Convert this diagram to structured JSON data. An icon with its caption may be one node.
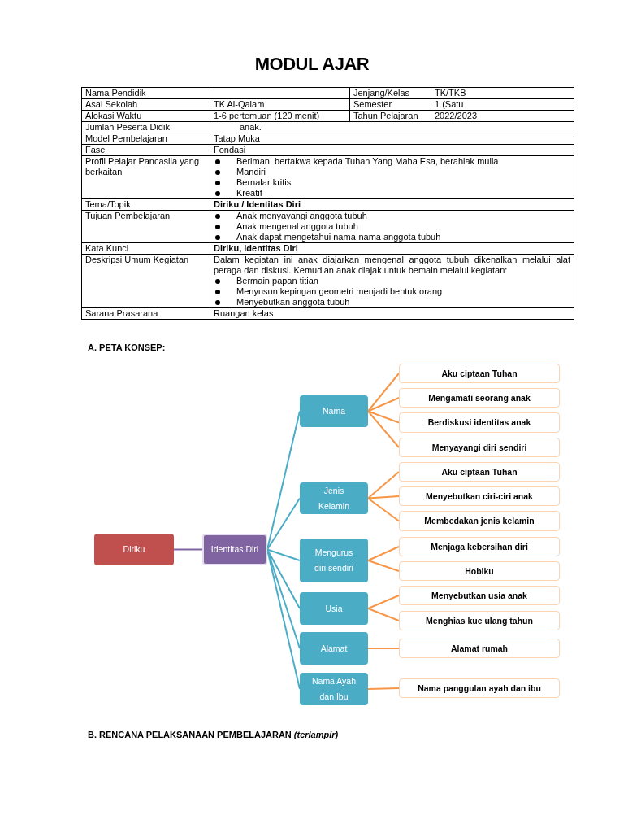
{
  "diagram": {
    "title": "MODUL AJAR",
    "nodes": [
      {
        "text": [
          "Diriku"
        ]
      },
      {
        "text": [
          "Identitas Diri"
        ]
      },
      {
        "text": [
          "Nama"
        ]
      },
      {
        "text": [
          "Jenis Kelamin"
        ]
      },
      {
        "text": [
          "Mengurus diri sendiri"
        ]
      },
      {
        "text": [
          "Usia"
        ]
      },
      {
        "text": [
          "Alamat"
        ]
      },
      {
        "text": [
          "Nama Ayah dan Ibu"
        ]
      },
      {
        "text": [
          "Aku ciptaan Tuhan"
        ]
      },
      {
        "text": [
          "Mengamati seorang anak"
        ]
      },
      {
        "text": [
          "Berdiskusi identitas anak"
        ]
      },
      {
        "text": [
          "Menyayangi diri sendiri"
        ]
      },
      {
        "text": [
          "Aku ciptaan Tuhan"
        ]
      },
      {
        "text": [
          "Menyebutkan ciri-ciri anak"
        ]
      },
      {
        "text": [
          "Membedakan jenis kelamin"
        ]
      },
      {
        "text": [
          "Menjaga kebersihan diri"
        ]
      },
      {
        "text": [
          "Hobiku"
        ]
      },
      {
        "text": [
          "Menyebutkan usia anak"
        ]
      },
      {
        "text": [
          "Menghias kue ulang tahun"
        ]
      },
      {
        "text": [
          "Alamat rumah"
        ]
      },
      {
        "text": [
          "Nama panggulan ayah dan ibu"
        ]
      }
    ],
    "edges": [
      {
        "from": 0,
        "to": 1,
        "arrow": "none",
        "color": "#8064a2"
      },
      {
        "from": 1,
        "to": 2,
        "arrow": "none",
        "color": "#4bacc6"
      },
      {
        "from": 1,
        "to": 3,
        "arrow": "none",
        "color": "#4bacc6"
      },
      {
        "from": 1,
        "to": 4,
        "arrow": "none",
        "color": "#4bacc6"
      },
      {
        "from": 1,
        "to": 5,
        "arrow": "none",
        "color": "#4bacc6"
      },
      {
        "from": 1,
        "to": 6,
        "arrow": "none",
        "color": "#4bacc6"
      },
      {
        "from": 1,
        "to": 7,
        "arrow": "none",
        "color": "#4bacc6"
      },
      {
        "from": 2,
        "to": 8,
        "arrow": "none"
      },
      {
        "from": 2,
        "to": 9,
        "arrow": "none"
      },
      {
        "from": 2,
        "to": 10,
        "arrow": "none"
      },
      {
        "from": 2,
        "to": 11,
        "arrow": "none"
      },
      {
        "from": 3,
        "to": 12,
        "arrow": "none"
      },
      {
        "from": 3,
        "to": 13,
        "arrow": "none"
      },
      {
        "from": 3,
        "to": 14,
        "arrow": "none"
      },
      {
        "from": 4,
        "to": 15,
        "arrow": "none"
      },
      {
        "from": 4,
        "to": 16,
        "arrow": "none"
      },
      {
        "from": 5,
        "to": 17,
        "arrow": "none"
      },
      {
        "from": 5,
        "to": 18,
        "arrow": "none"
      },
      {
        "from": 6,
        "to": 19,
        "arrow": "none"
      },
      {
        "from": 7,
        "to": 20,
        "arrow": "none"
      }
    ],
    "labels": [
      "Nama Pendidik",
      "Jenjang/Kelas",
      "TK/TKB",
      "Asal Sekolah",
      "TK Al-Qalam",
      "Semester",
      "1 (Satu",
      "Alokasi Waktu",
      "1-6 pertemuan (120 menit)",
      "Tahun Pelajaran",
      "2022/2023",
      "Jumlah Peserta Didik",
      "anak.",
      "Model Pembelajaran",
      "Tatap Muka",
      "Fase",
      "Fondasi",
      "Profil Pelajar Pancasila yang berkaitan",
      "Beriman, bertakwa kepada Tuhan Yang Maha Esa, berahlak mulia",
      "Mandiri",
      "Bernalar kritis",
      "Kreatif",
      "Tema/Topik",
      "Diriku / Identitas Diri",
      "Tujuan Pembelajaran",
      "Anak menyayangi anggota tubuh",
      "Anak mengenal anggota tubuh",
      "Anak dapat mengetahui nama-nama anggota tubuh",
      "Kata Kunci",
      "Diriku, Identitas Diri",
      "Deskripsi Umum Kegiatan",
      "Dalam kegiatan ini anak diajarkan mengenal anggota tubuh dikenalkan melalui alat peraga dan diskusi. Kemudian anak diajak untuk bemain melalui kegiatan:",
      "Bermain papan titian",
      "Menyusun kepingan geometri menjadi bentuk orang",
      "Menyebutkan anggota tubuh",
      "Sarana Prasarana",
      "Ruangan kelas",
      "A. PETA KONSEP:",
      "B. RENCANA PELAKSANAAN PEMBELAJARAN *(terlampir)*"
    ]
  }
}
